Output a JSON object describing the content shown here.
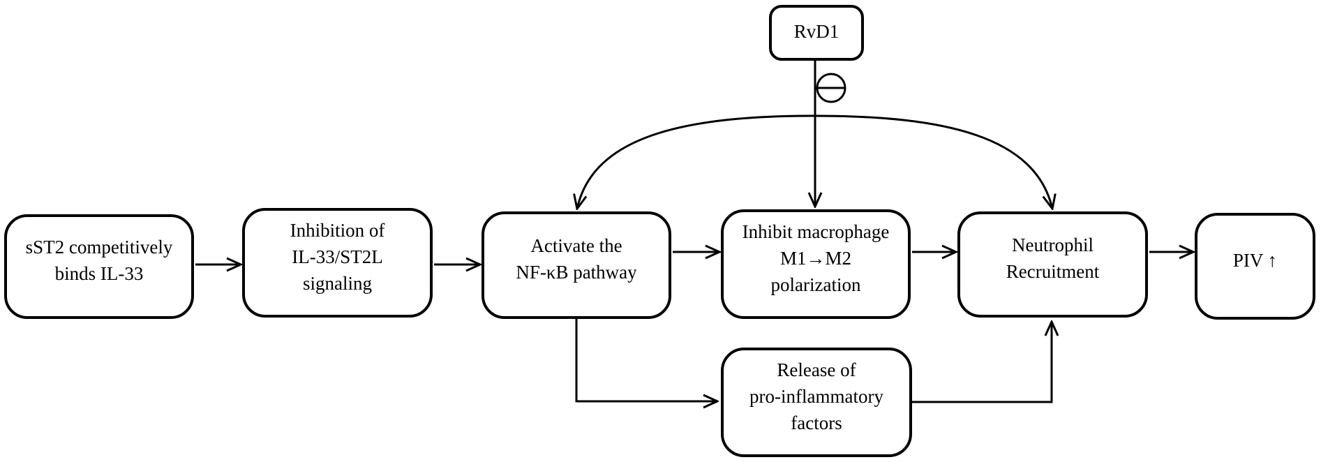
{
  "nodes": {
    "rvd1": {
      "label": "RvD1"
    },
    "sst2": {
      "label": "sST2 competitively\nbinds IL-33"
    },
    "il33": {
      "label": "Inhibition of\nIL-33/ST2L\nsignaling"
    },
    "nfkb": {
      "label": "Activate the\nNF-κB pathway"
    },
    "macrophage": {
      "label": "Inhibit macrophage\nM1→M2\npolarization"
    },
    "neutrophil": {
      "label": "Neutrophil\nRecruitment"
    },
    "piv": {
      "label": "PIV ↑"
    },
    "release": {
      "label": "Release of\npro-inflammatory\nfactors"
    }
  },
  "edges": [
    {
      "from": "sst2",
      "to": "il33",
      "type": "arrow"
    },
    {
      "from": "il33",
      "to": "nfkb",
      "type": "arrow"
    },
    {
      "from": "nfkb",
      "to": "macrophage",
      "type": "arrow"
    },
    {
      "from": "macrophage",
      "to": "neutrophil",
      "type": "arrow"
    },
    {
      "from": "neutrophil",
      "to": "piv",
      "type": "arrow"
    },
    {
      "from": "rvd1",
      "to": "macrophage",
      "type": "inhibition-arrow-straight"
    },
    {
      "from": "rvd1",
      "to": "nfkb",
      "type": "inhibition-arrow-curved"
    },
    {
      "from": "rvd1",
      "to": "neutrophil",
      "type": "inhibition-arrow-curved"
    },
    {
      "from": "nfkb",
      "to": "release",
      "type": "elbow-arrow"
    },
    {
      "from": "release",
      "to": "neutrophil",
      "type": "elbow-arrow"
    }
  ],
  "icons": {
    "inhibition": "minus-in-circle"
  },
  "colors": {
    "stroke": "#000000",
    "node_fill": "#ffffff",
    "background": "#ffffff"
  }
}
